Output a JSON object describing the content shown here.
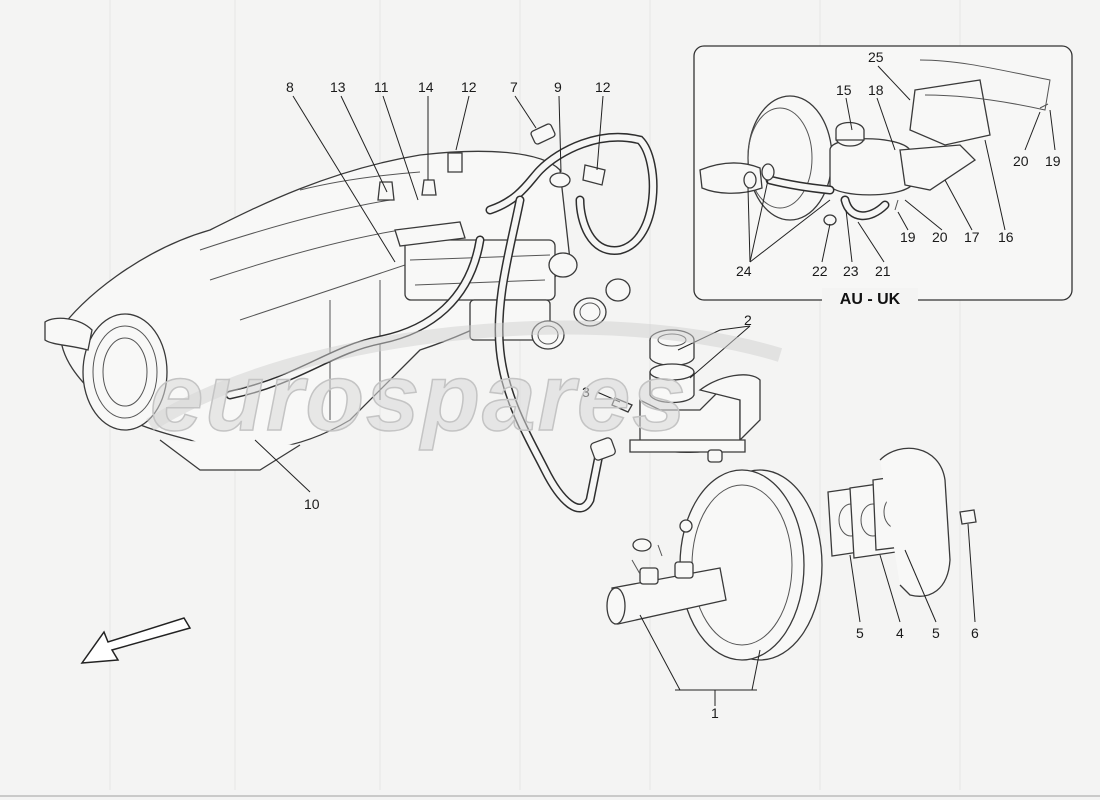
{
  "callouts": [
    {
      "id": "c8",
      "text": "8"
    },
    {
      "id": "c13",
      "text": "13"
    },
    {
      "id": "c11",
      "text": "11"
    },
    {
      "id": "c14",
      "text": "14"
    },
    {
      "id": "c12a",
      "text": "12"
    },
    {
      "id": "c7",
      "text": "7"
    },
    {
      "id": "c9",
      "text": "9"
    },
    {
      "id": "c12b",
      "text": "12"
    },
    {
      "id": "c2",
      "text": "2"
    },
    {
      "id": "c3",
      "text": "3"
    },
    {
      "id": "c10",
      "text": "10"
    },
    {
      "id": "c5a",
      "text": "5"
    },
    {
      "id": "c4",
      "text": "4"
    },
    {
      "id": "c5b",
      "text": "5"
    },
    {
      "id": "c6",
      "text": "6"
    },
    {
      "id": "c1",
      "text": "1"
    }
  ],
  "inset": {
    "title": "AU - UK",
    "callouts": [
      {
        "id": "i25",
        "text": "25"
      },
      {
        "id": "i15",
        "text": "15"
      },
      {
        "id": "i18",
        "text": "18"
      },
      {
        "id": "i20a",
        "text": "20"
      },
      {
        "id": "i19a",
        "text": "19"
      },
      {
        "id": "i19b",
        "text": "19"
      },
      {
        "id": "i20b",
        "text": "20"
      },
      {
        "id": "i17",
        "text": "17"
      },
      {
        "id": "i16",
        "text": "16"
      },
      {
        "id": "i24",
        "text": "24"
      },
      {
        "id": "i22",
        "text": "22"
      },
      {
        "id": "i23",
        "text": "23"
      },
      {
        "id": "i21",
        "text": "21"
      }
    ]
  },
  "watermark": "eurospares",
  "direction_icon": "arrow-down-left-icon"
}
